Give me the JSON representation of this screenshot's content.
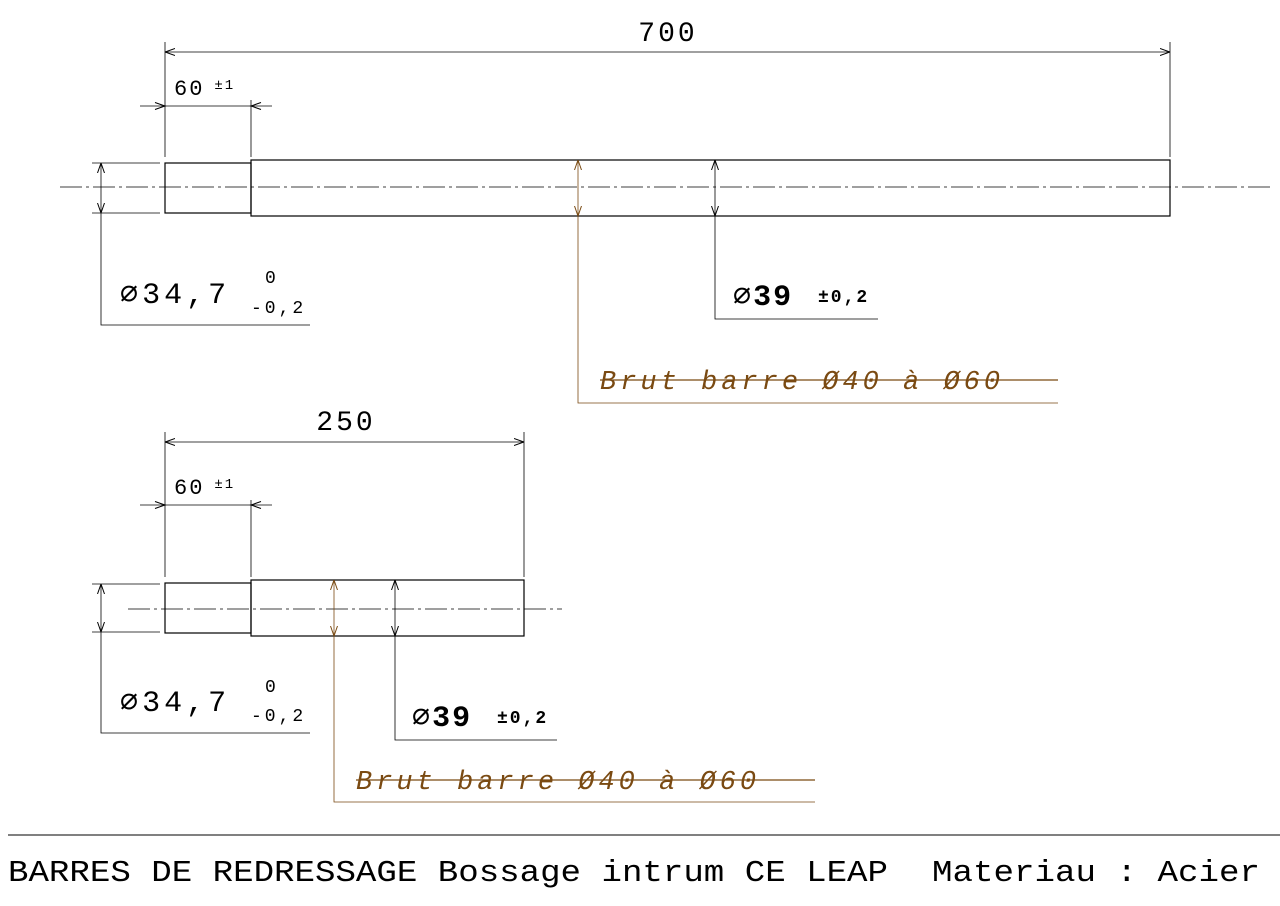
{
  "drawing": {
    "title": "BARRES DE REDRESSAGE Bossage intrum CE LEAP",
    "material_label": "Materiau : Acier",
    "accent_color": "#7a4a12",
    "parts": [
      {
        "overall_length": "700",
        "shoulder_length": "60",
        "shoulder_tolerance": "±1",
        "small_diameter_symbol": "∅",
        "small_diameter": "34,7",
        "small_diameter_tol_upper": "0",
        "small_diameter_tol_lower": "-0,2",
        "main_diameter_symbol": "∅",
        "main_diameter": "39",
        "main_diameter_tolerance": "±0,2",
        "stock_note": "Brut barre Ø40 à Ø60"
      },
      {
        "overall_length": "250",
        "shoulder_length": "60",
        "shoulder_tolerance": "±1",
        "small_diameter_symbol": "∅",
        "small_diameter": "34,7",
        "small_diameter_tol_upper": "0",
        "small_diameter_tol_lower": "-0,2",
        "main_diameter_symbol": "∅",
        "main_diameter": "39",
        "main_diameter_tolerance": "±0,2",
        "stock_note": "Brut barre Ø40 à Ø60"
      }
    ]
  }
}
